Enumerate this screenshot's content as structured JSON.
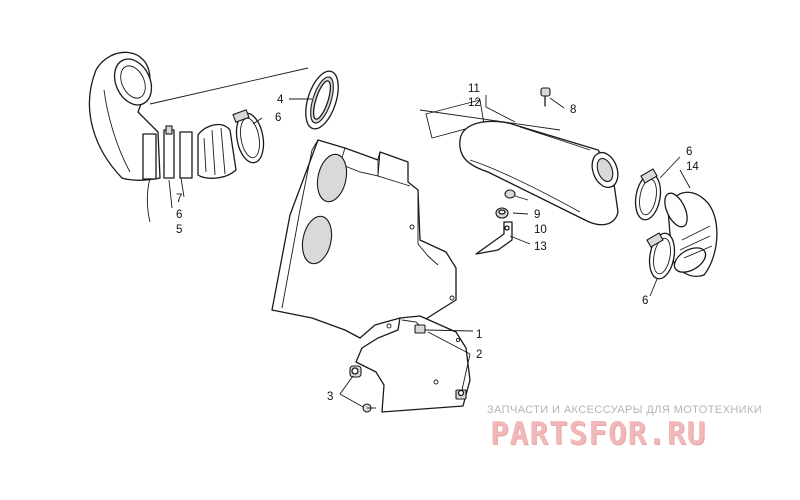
{
  "callouts": {
    "c1": "1",
    "c2": "2",
    "c3": "3",
    "c4": "4",
    "c5": "5",
    "c6a": "6",
    "c6b": "6",
    "c6c": "6",
    "c6d": "6",
    "c7": "7",
    "c8": "8",
    "c9": "9",
    "c10": "10",
    "c11": "11",
    "c12": "12",
    "c13": "13",
    "c14": "14"
  },
  "watermark": {
    "caption": "ЗАПЧАСТИ И АКСЕССУАРЫ ДЛЯ МОТОТЕХНИКИ",
    "logo": "PARTSFOR.RU"
  },
  "colors": {
    "line": "#1a1a1a",
    "watermark_text": "#b5b5b5",
    "watermark_logo": "#f0b8b8"
  }
}
